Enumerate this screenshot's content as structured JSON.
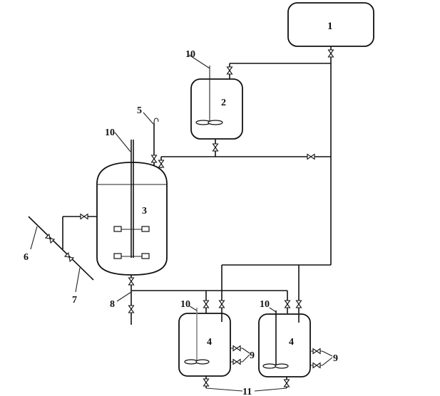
{
  "diagram": {
    "type": "process-flow-schematic",
    "labels": {
      "tank1": "1",
      "tank2": "2",
      "tank3": "3",
      "tank4a": "4",
      "tank4b": "4",
      "pipe5": "5",
      "line6": "6",
      "line7": "7",
      "junction8": "8",
      "ports9a": "9",
      "ports9b": "9",
      "agitator10_tank2": "10",
      "agitator10_tank3": "10",
      "agitator10_tank4a": "10",
      "agitator10_tank4b": "10",
      "link11": "11"
    },
    "components": [
      {
        "id": "1",
        "kind": "storage-tank"
      },
      {
        "id": "2",
        "kind": "stirred-vessel",
        "agitator": "10"
      },
      {
        "id": "3",
        "kind": "reactor",
        "agitator": "10"
      },
      {
        "id": "4",
        "kind": "stirred-vessel",
        "count": 2,
        "agitator": "10"
      },
      {
        "id": "5",
        "kind": "vent-pipe"
      },
      {
        "id": "6",
        "kind": "inlet-line"
      },
      {
        "id": "7",
        "kind": "outlet-line"
      },
      {
        "id": "8",
        "kind": "bottom-discharge-junction"
      },
      {
        "id": "9",
        "kind": "jacket-ports"
      },
      {
        "id": "10",
        "kind": "agitator"
      },
      {
        "id": "11",
        "kind": "connecting-line"
      }
    ],
    "colors": {
      "line": "#111111",
      "background": "#ffffff"
    }
  }
}
